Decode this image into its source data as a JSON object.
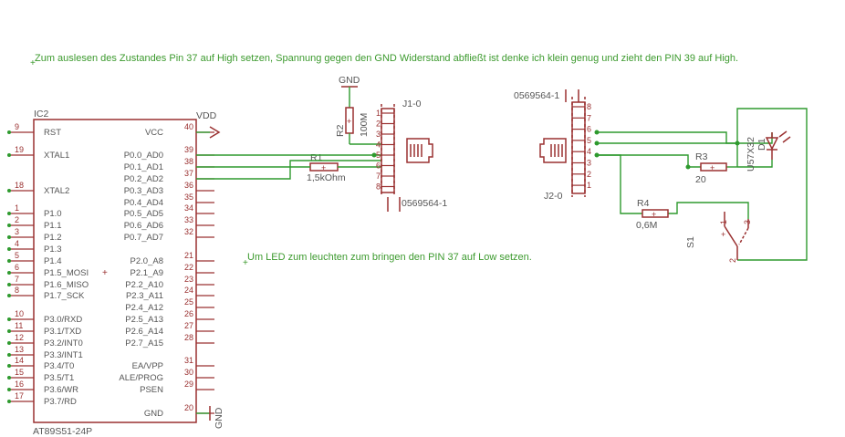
{
  "notes": {
    "top": "Zum auslesen des Zustandes Pin 37 auf High setzen, Spannung gegen den GND Widerstand abfließt ist denke ich klein genug und zieht den PIN 39 auf High.",
    "mid": "Um LED zum leuchten zum bringen den PIN 37 auf Low setzen."
  },
  "ic2": {
    "name": "IC2",
    "value": "AT89S51-24P",
    "left_pins": [
      {
        "num": "9",
        "label": "RST"
      },
      {
        "num": "19",
        "label": "XTAL1"
      },
      {
        "num": "18",
        "label": "XTAL2"
      },
      {
        "num": "1",
        "label": "P1.0"
      },
      {
        "num": "2",
        "label": "P1.1"
      },
      {
        "num": "3",
        "label": "P1.2"
      },
      {
        "num": "4",
        "label": "P1.3"
      },
      {
        "num": "5",
        "label": "P1.4"
      },
      {
        "num": "6",
        "label": "P1.5_MOSI"
      },
      {
        "num": "7",
        "label": "P1.6_MISO"
      },
      {
        "num": "8",
        "label": "P1.7_SCK"
      },
      {
        "num": "10",
        "label": "P3.0/RXD"
      },
      {
        "num": "11",
        "label": "P3.1/TXD"
      },
      {
        "num": "12",
        "label": "P3.2/INT0"
      },
      {
        "num": "13",
        "label": "P3.3/INT1"
      },
      {
        "num": "14",
        "label": "P3.4/T0"
      },
      {
        "num": "15",
        "label": "P3.5/T1"
      },
      {
        "num": "16",
        "label": "P3.6/WR"
      },
      {
        "num": "17",
        "label": "P3.7/RD"
      }
    ],
    "right_pins": [
      {
        "num": "40",
        "label": "VCC"
      },
      {
        "num": "39",
        "label": "P0.0_AD0"
      },
      {
        "num": "38",
        "label": "P0.1_AD1"
      },
      {
        "num": "37",
        "label": "P0.2_AD2"
      },
      {
        "num": "36",
        "label": "P0.3_AD3"
      },
      {
        "num": "35",
        "label": "P0.4_AD4"
      },
      {
        "num": "34",
        "label": "P0.5_AD5"
      },
      {
        "num": "33",
        "label": "P0.6_AD6"
      },
      {
        "num": "32",
        "label": "P0.7_AD7"
      },
      {
        "num": "21",
        "label": "P2.0_A8"
      },
      {
        "num": "22",
        "label": "P2.1_A9"
      },
      {
        "num": "23",
        "label": "P2.2_A10"
      },
      {
        "num": "24",
        "label": "P2.3_A11"
      },
      {
        "num": "25",
        "label": "P2.4_A12"
      },
      {
        "num": "26",
        "label": "P2.5_A13"
      },
      {
        "num": "27",
        "label": "P2.6_A14"
      },
      {
        "num": "28",
        "label": "P2.7_A15"
      },
      {
        "num": "31",
        "label": "EA/VPP"
      },
      {
        "num": "30",
        "label": "ALE/PROG"
      },
      {
        "num": "29",
        "label": "PSEN"
      },
      {
        "num": "20",
        "label": "GND"
      }
    ]
  },
  "supply": {
    "vdd": "VDD",
    "gnd": "GND",
    "gnd_top": "GND"
  },
  "r1": {
    "name": "R1",
    "value": "1,5kOhm"
  },
  "r2": {
    "name": "R2",
    "value": "100M"
  },
  "r3": {
    "name": "R3",
    "value": "20"
  },
  "r4": {
    "name": "R4",
    "value": "0,6M"
  },
  "d1": {
    "name": "D1",
    "value": "U57X32"
  },
  "s1": {
    "name": "S1",
    "pins": [
      "1",
      "2",
      "3"
    ]
  },
  "j1": {
    "name": "J1-0",
    "value": "0569564-1",
    "pins": [
      "1",
      "2",
      "3",
      "4",
      "5",
      "6",
      "7",
      "8"
    ]
  },
  "j2": {
    "name": "J2-0",
    "value": "0569564-1",
    "pins": [
      "8",
      "7",
      "6",
      "5",
      "4",
      "3",
      "2",
      "1"
    ]
  }
}
